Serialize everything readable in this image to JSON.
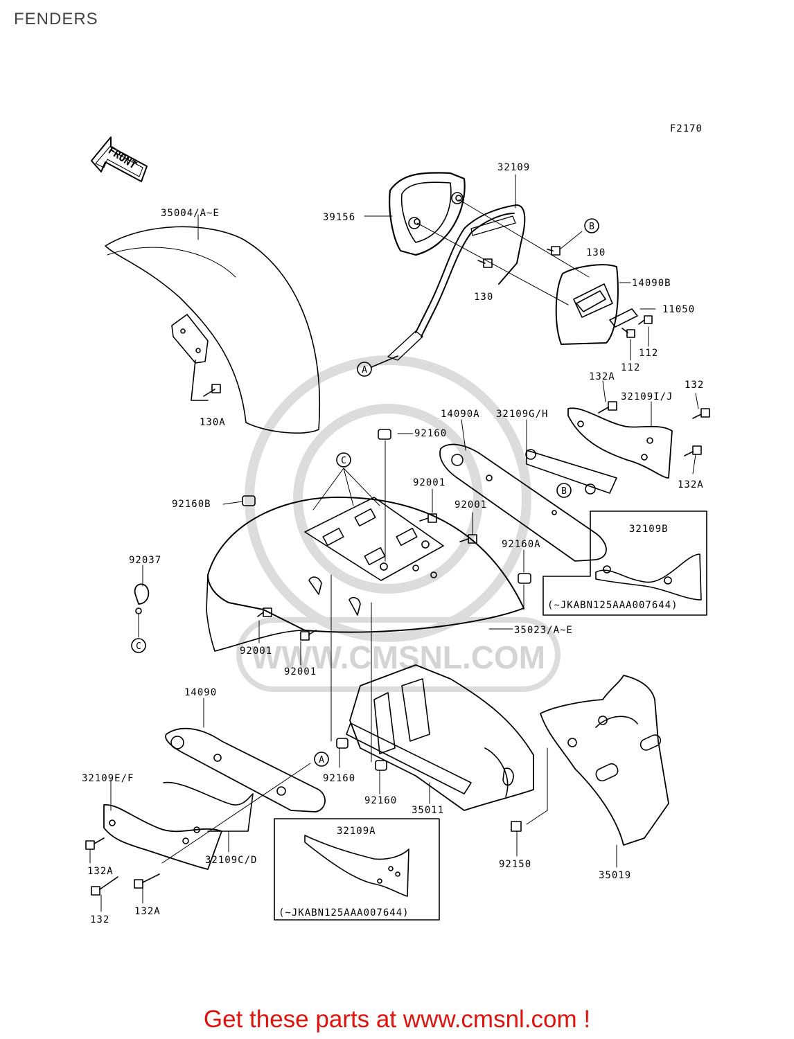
{
  "title": "FENDERS",
  "figure_code": "F2170",
  "front_label": "FRONT",
  "watermark": "WWW.CMSNL.COM",
  "footer": "Get these parts at www.cmsnl.com !",
  "colors": {
    "footer": "#e0120c",
    "lines": "#000000",
    "watermark": "#d9d9d9"
  },
  "parts": {
    "p35004": "35004/A~E",
    "p130A": "130A",
    "p39156": "39156",
    "p32109": "32109",
    "p130_right": "130",
    "p130_left": "130",
    "p14090B": "14090B",
    "p11050": "11050",
    "p112_a": "112",
    "p112_b": "112",
    "p132A_top": "132A",
    "p132_top": "132",
    "p32109IJ": "32109I/J",
    "p14090A": "14090A",
    "p32109GH": "32109G/H",
    "p132A_right": "132A",
    "p92160_top": "92160",
    "p92160B": "92160B",
    "p92001_a": "92001",
    "p92001_b": "92001",
    "p92037": "92037",
    "p92160A": "92160A",
    "p32109B": "32109B",
    "p35023": "35023/A~E",
    "p92001_c": "92001",
    "p92001_d": "92001",
    "p14090": "14090",
    "p32109EF": "32109E/F",
    "p92160_mid": "92160",
    "p92160_low": "92160",
    "p35011": "35011",
    "p92150": "92150",
    "p35019": "35019",
    "p132A_bl": "132A",
    "p32109CD": "32109C/D",
    "p132_bl": "132",
    "p132A_bottom": "132A",
    "p32109A": "32109A"
  },
  "serial_notes": {
    "box_b": "(~JKABN125AAA007644)",
    "box_a": "(~JKABN125AAA007644)"
  },
  "refs": {
    "A": "A",
    "B": "B",
    "C": "C"
  }
}
